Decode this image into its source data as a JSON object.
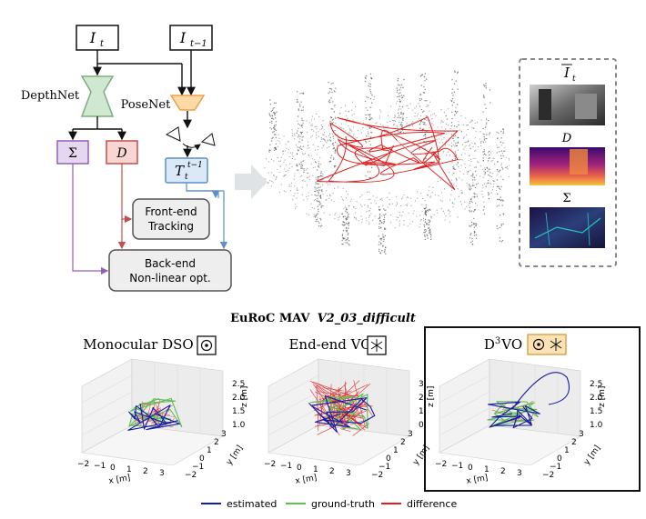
{
  "diagram": {
    "inputs": {
      "current_symbol": "I",
      "current_sub": "t",
      "prev_symbol": "I",
      "prev_sub": "t−1"
    },
    "depthnet_label": "DepthNet",
    "posenet_label": "PoseNet",
    "sigma_symbol": "Σ",
    "depth_symbol": "D",
    "pose_symbol": "T",
    "pose_sub": "t",
    "pose_sup": "t−1",
    "frontend_line1": "Front-end",
    "frontend_line2": "Tracking",
    "backend_line1": "Back-end",
    "backend_line2": "Non-linear opt."
  },
  "side_panel": {
    "image_symbol": "I",
    "image_sub": "t",
    "depth_symbol": "D",
    "sigma_symbol": "Σ"
  },
  "results": {
    "dataset_bold": "EuRoC MAV",
    "sequence_italic": "V2_03_difficult",
    "panels": [
      {
        "title": "Monocular DSO",
        "zticks": [
          "2.5",
          "2.0",
          "1.5",
          "1.0"
        ]
      },
      {
        "title": "End-end VO",
        "zticks": [
          "3",
          "2",
          "1",
          "0"
        ]
      },
      {
        "title_base": "D",
        "title_sup": "3",
        "title_rest": "VO",
        "zticks": [
          "2.5",
          "2.0",
          "1.5",
          "1.0"
        ]
      }
    ],
    "x_ticks": [
      "−2",
      "−1",
      "0",
      "1",
      "2",
      "3"
    ],
    "y_ticks": [
      "−2",
      "−1",
      "0",
      "1",
      "2",
      "3"
    ],
    "x_label": "x [m]",
    "y_label": "y [m]",
    "z_label": "z [m]"
  },
  "legend": [
    {
      "label": "estimated",
      "color": "#1a1aa8"
    },
    {
      "label": "ground-truth",
      "color": "#5fbf55"
    },
    {
      "label": "difference",
      "color": "#e21d1d"
    }
  ]
}
